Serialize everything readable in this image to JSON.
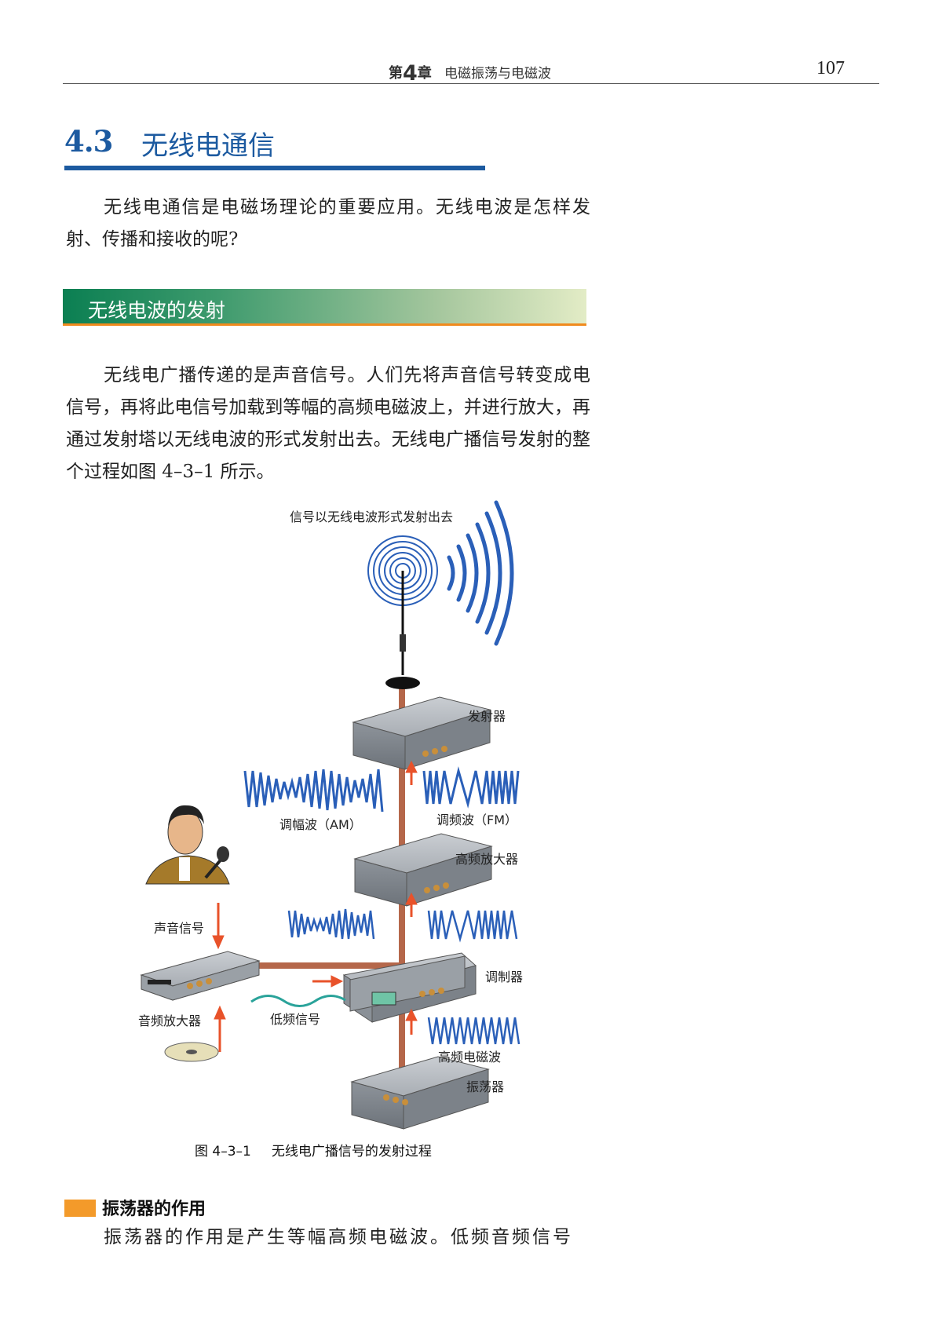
{
  "header": {
    "chapter_prefix": "第",
    "chapter_number": "4",
    "chapter_suffix": "章",
    "chapter_title": "电磁振荡与电磁波",
    "page_number": "107"
  },
  "section": {
    "number": "4.3",
    "title": "无线电通信"
  },
  "intro": "无线电通信是电磁场理论的重要应用。无线电波是怎样发射、传播和接收的呢?",
  "subsection": {
    "title": "无线电波的发射"
  },
  "body_paragraph": "无线电广播传递的是声音信号。人们先将声音信号转变成电信号，再将此电信号加载到等幅的高频电磁波上，并进行放大，再通过发射塔以无线电波的形式发射出去。无线电广播信号发射的整个过程如图 4–3–1 所示。",
  "figure": {
    "top_label": "信号以无线电波形式发射出去",
    "labels": {
      "transmitter": "发射器",
      "am": "调幅波（AM）",
      "fm": "调频波（FM）",
      "hf_amplifier": "高频放大器",
      "sound_signal": "声音信号",
      "modulator": "调制器",
      "audio_amplifier": "音频放大器",
      "low_freq": "低频信号",
      "hf_wave": "高频电磁波",
      "oscillator": "振荡器"
    },
    "caption_number": "图 4–3–1",
    "caption_text": "无线电广播信号的发射过程"
  },
  "subheading": "振荡器的作用",
  "last_paragraph": "振荡器的作用是产生等幅高频电磁波。低频音频信号",
  "colors": {
    "brand_blue": "#1c5aa0",
    "band_green": "#0b7f52",
    "accent_orange": "#f08a1d",
    "wave_blue": "#2a5fb8",
    "arrow_red": "#e8522a",
    "pipe_copper": "#b5674a"
  }
}
